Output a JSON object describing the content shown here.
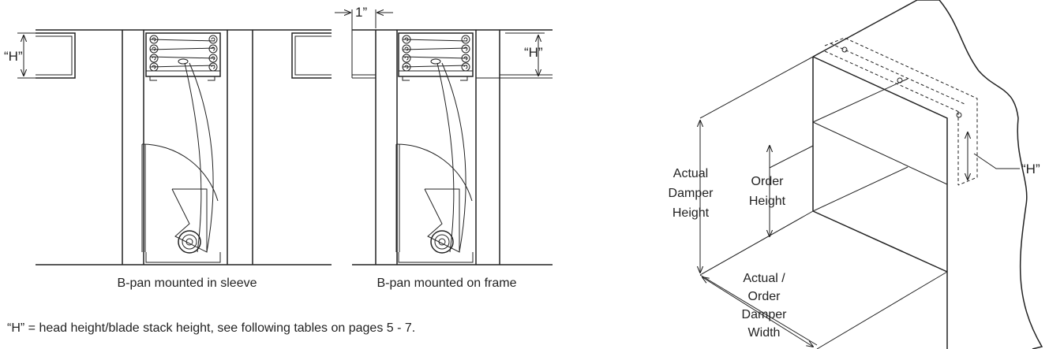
{
  "left_figure": {
    "caption": "B-pan mounted in sleeve",
    "h_marker": "“H”"
  },
  "middle_figure": {
    "caption": "B-pan mounted on frame",
    "h_marker": "“H”",
    "gap_marker": "1”"
  },
  "footnote": "“H”  = head height/blade stack height, see following tables on pages 5 - 7.",
  "right_figure": {
    "actual_height_label": [
      "Actual",
      "Damper",
      "Height"
    ],
    "order_height_label": [
      "Order",
      "Height"
    ],
    "width_label": [
      "Actual /",
      "Order",
      "Damper",
      "Width"
    ],
    "h_marker": "“H”"
  }
}
